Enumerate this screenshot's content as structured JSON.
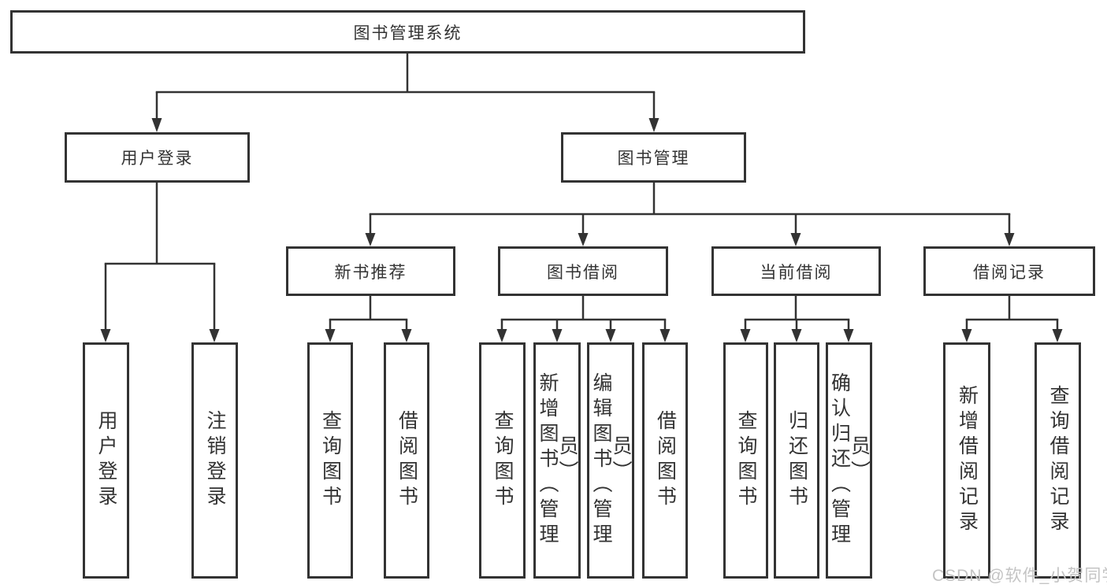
{
  "diagram": {
    "root": {
      "label": "图书管理系统"
    },
    "branches": [
      {
        "label": "用户登录",
        "children": [
          {
            "label": "用户登录"
          },
          {
            "label": "注销登录"
          }
        ]
      },
      {
        "label": "图书管理",
        "children": [
          {
            "label": "新书推荐",
            "children": [
              {
                "label": "查询图书"
              },
              {
                "label": "借阅图书"
              }
            ]
          },
          {
            "label": "图书借阅",
            "children": [
              {
                "label": "查询图书"
              },
              {
                "label": "新增图书（管理员）"
              },
              {
                "label": "编辑图书（管理员）"
              },
              {
                "label": "借阅图书"
              }
            ]
          },
          {
            "label": "当前借阅",
            "children": [
              {
                "label": "查询图书"
              },
              {
                "label": "归还图书"
              },
              {
                "label": "确认归还（管理员）"
              }
            ]
          },
          {
            "label": "借阅记录",
            "children": [
              {
                "label": "新增借阅记录"
              },
              {
                "label": "查询借阅记录"
              }
            ]
          }
        ]
      }
    ]
  },
  "watermark": {
    "text": "CSDN @软件_小贺同学"
  },
  "colors": {
    "line": "#333333",
    "text": "#333333",
    "background": "#ffffff",
    "watermark": "#c4c4c4"
  }
}
